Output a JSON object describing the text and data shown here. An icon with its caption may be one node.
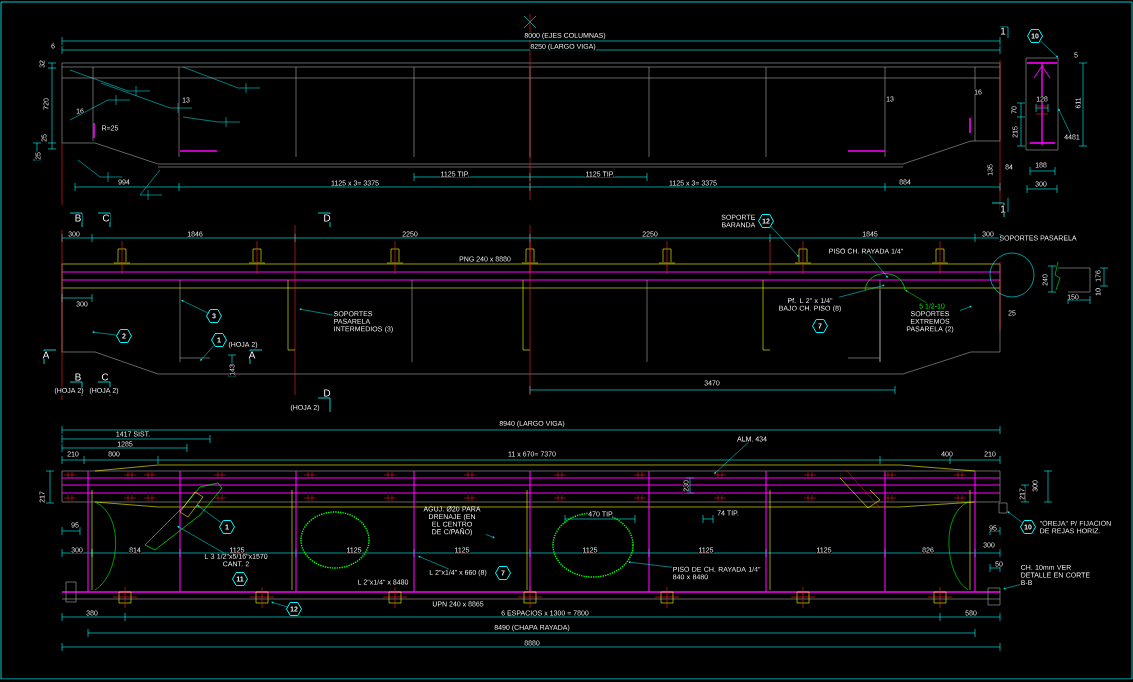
{
  "diagram": {
    "nodes": [
      {
        "text": [
          "10"
        ]
      },
      {
        "text": [
          "12"
        ],
        "beside": [
          "SOPORTE BARANDA"
        ]
      },
      {
        "text": [
          "PISO CH. RAYADA 1/4\""
        ]
      },
      {
        "text": [
          "5 1/2-10"
        ]
      },
      {
        "text": [
          "Pf. L 2\" x 1/4\" BAJO CH. PISO (8)"
        ]
      },
      {
        "text": [
          "7"
        ]
      },
      {
        "text": [
          "SOPORTES EXTREMOS PASARELA (2)"
        ]
      },
      {
        "text": [
          "2"
        ]
      },
      {
        "text": [
          "3"
        ]
      },
      {
        "text": [
          "1"
        ]
      },
      {
        "text": [
          "SOPORTES PASARELA INTERMEDIOS (3)"
        ]
      },
      {
        "text": [
          "4481"
        ]
      },
      {
        "text": [
          "ALM. 434"
        ]
      },
      {
        "text": [
          "1"
        ]
      },
      {
        "text": [
          "L 3 1/2\"x5/16\"x1570 CANT. 2"
        ]
      },
      {
        "text": [
          "11"
        ]
      },
      {
        "text": [
          "AGUJ. Ø20 PARA DRENAJE (EN EL CENTRO DE C/PAÑO)"
        ]
      },
      {
        "text": [
          "L 2\"x1/4\" x 660 (8)"
        ]
      },
      {
        "text": [
          "7"
        ]
      },
      {
        "text": [
          "PISO DE CH. RAYADA 1/4\" 840 x 8480"
        ]
      },
      {
        "text": [
          "10"
        ],
        "beside": [
          "\"OREJA\" P/ FIJACION DE REJAS HORIZ."
        ]
      },
      {
        "text": [
          "CH. 10mm VER DETALLE EN CORTE B-B"
        ]
      },
      {
        "text": [
          "12"
        ]
      },
      {
        "text": [],
        "shape": "box"
      },
      {
        "text": [],
        "shape": "box"
      }
    ],
    "edges": [
      {
        "from": 0,
        "to": 23,
        "arrow": "to"
      },
      {
        "from": 1,
        "to": null,
        "arrow": "to"
      },
      {
        "from": 2,
        "to": null,
        "arrow": "to"
      },
      {
        "from": 3,
        "to": null,
        "arrow": "to",
        "color": "#00ff00"
      },
      {
        "from": 4,
        "to": null,
        "arrow": "to"
      },
      {
        "from": 6,
        "to": null,
        "arrow": "to"
      },
      {
        "from": 7,
        "to": null,
        "arrow": "to"
      },
      {
        "from": 8,
        "to": null,
        "arrow": "to"
      },
      {
        "from": 9,
        "to": null,
        "arrow": "to"
      },
      {
        "from": 10,
        "to": null,
        "arrow": "to"
      },
      {
        "from": 11,
        "to": 23,
        "arrow": "to"
      },
      {
        "from": 12,
        "to": null,
        "arrow": "to"
      },
      {
        "from": 13,
        "to": null,
        "arrow": "to"
      },
      {
        "from": 14,
        "to": null,
        "arrow": "to"
      },
      {
        "from": 16,
        "to": null,
        "arrow": "to"
      },
      {
        "from": 17,
        "to": null,
        "arrow": "to"
      },
      {
        "from": 19,
        "to": null,
        "arrow": "to"
      },
      {
        "from": 20,
        "to": 24,
        "arrow": "to"
      },
      {
        "from": 21,
        "to": null,
        "arrow": "to"
      },
      {
        "from": 22,
        "to": null,
        "arrow": "to"
      }
    ],
    "labels": [
      "8000 (EJES COLUMNAS)",
      "1",
      "6",
      "8250 (LARGO VIGA)",
      "5",
      "32",
      "13",
      "13",
      "16",
      "128",
      "720",
      "16",
      "70",
      "611",
      "R=25",
      "215",
      "25",
      "25",
      "135",
      "84",
      "188",
      "1125 TIP.",
      "1125 TIP.",
      "994",
      "1125 x 3= 3375",
      "1125 x 3= 3375",
      "884",
      "300",
      "1",
      "B",
      "C",
      "D",
      "300",
      "1846",
      "2250",
      "2250",
      "1845",
      "300",
      "SOPORTES PASARELA",
      "PNG 240 x 8880",
      "240",
      "176",
      "10",
      "150",
      "300",
      "25",
      "(HOJA 2)",
      "A",
      "A",
      "143",
      "B",
      "C",
      "3470",
      "(HOJA 2)",
      "(HOJA 2)",
      "D",
      "(HOJA 2)",
      "8940 (LARGO VIGA)",
      "1417 SIST.",
      "1285",
      "210",
      "800",
      "11 x 670= 7370",
      "400",
      "210",
      "230",
      "217",
      "217",
      "300",
      "470 TIP.",
      "74 TIP.",
      "95",
      "95",
      "300",
      "814",
      "1125",
      "1125",
      "1125",
      "1125",
      "1125",
      "1125",
      "826",
      "300",
      "50",
      "L 2\"x1/4\" x 8480",
      "UPN 240 x 8865",
      "380",
      "6 ESPACIOS x 1300 = 7800",
      "580",
      "8490 (CHAPA RAYADA)",
      "8880"
    ]
  }
}
